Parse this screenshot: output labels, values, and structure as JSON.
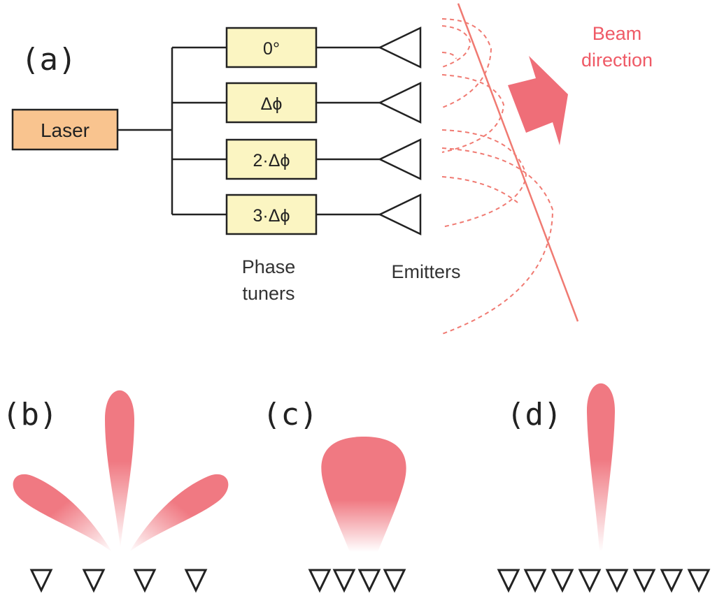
{
  "panel_labels": {
    "a": "(a)",
    "b": "(b)",
    "c": "(c)",
    "d": "(d)"
  },
  "laser": {
    "label": "Laser"
  },
  "phase_tuners": {
    "items": [
      {
        "label": "0°"
      },
      {
        "label": "Δϕ"
      },
      {
        "label": "2·Δϕ"
      },
      {
        "label": "3·Δϕ"
      }
    ],
    "caption_line1": "Phase",
    "caption_line2": "tuners"
  },
  "emitters": {
    "caption": "Emitters",
    "count": 4
  },
  "beam": {
    "label_line1": "Beam",
    "label_line2": "direction"
  },
  "subpanels": {
    "b": {
      "emitter_count": 4,
      "lobes": 3,
      "description_spacing": "wide"
    },
    "c": {
      "emitter_count": 4,
      "lobes": 1,
      "description_spacing": "narrow"
    },
    "d": {
      "emitter_count": 8,
      "lobes": 1,
      "description_spacing": "narrow"
    }
  },
  "colors": {
    "laser_fill": "#f9c48f",
    "tuner_fill": "#fbf5c2",
    "beam_red": "#ef6e78",
    "wave_red": "#f07a72",
    "lobe_pink": "#f07982",
    "line": "#222222",
    "caption_text": "#333333"
  }
}
